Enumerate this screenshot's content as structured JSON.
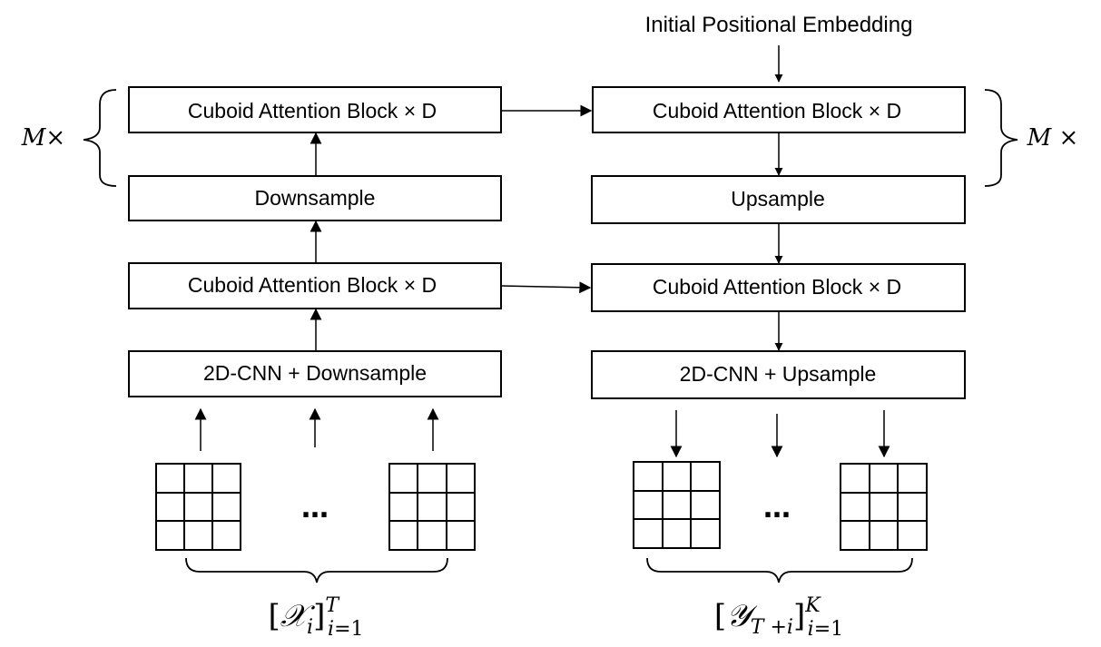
{
  "top_label": "Initial Positional Embedding",
  "encoder": {
    "attention_top": "Cuboid Attention Block × D",
    "downsample": "Downsample",
    "attention_bottom": "Cuboid Attention Block × D",
    "cnn": "2D-CNN + Downsample",
    "repeat_label": "M×",
    "ellipsis": "…",
    "sequence_label": "[𝒳i]T i=1"
  },
  "decoder": {
    "attention_top": "Cuboid Attention Block × D",
    "upsample": "Upsample",
    "attention_bottom": "Cuboid Attention Block × D",
    "cnn": "2D-CNN + Upsample",
    "repeat_label": "M ×",
    "ellipsis": "…",
    "sequence_label": "[𝒴T+i]K i=1"
  }
}
